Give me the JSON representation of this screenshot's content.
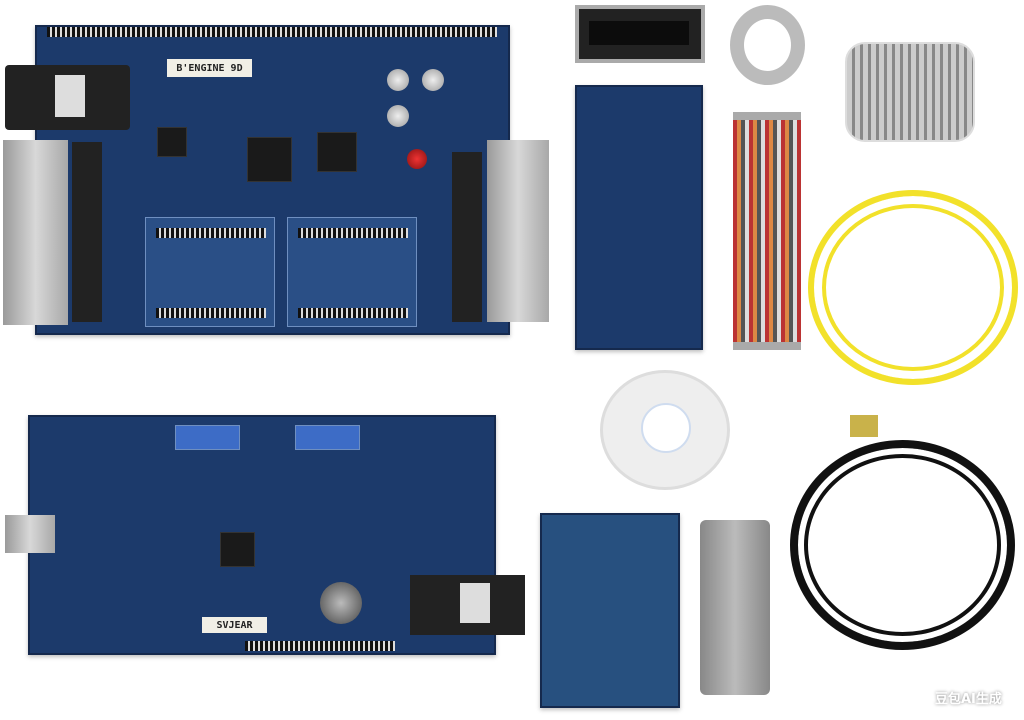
{
  "photo": {
    "main_board_label": "B'ENGINE 9D",
    "lower_board_label": "SVJEAR",
    "watermark": "豆包AI生成",
    "colors": {
      "pcb": "#1c3a6b",
      "fiber": "#f2e12a",
      "cable": "#111111",
      "background": "#ffffff"
    }
  }
}
